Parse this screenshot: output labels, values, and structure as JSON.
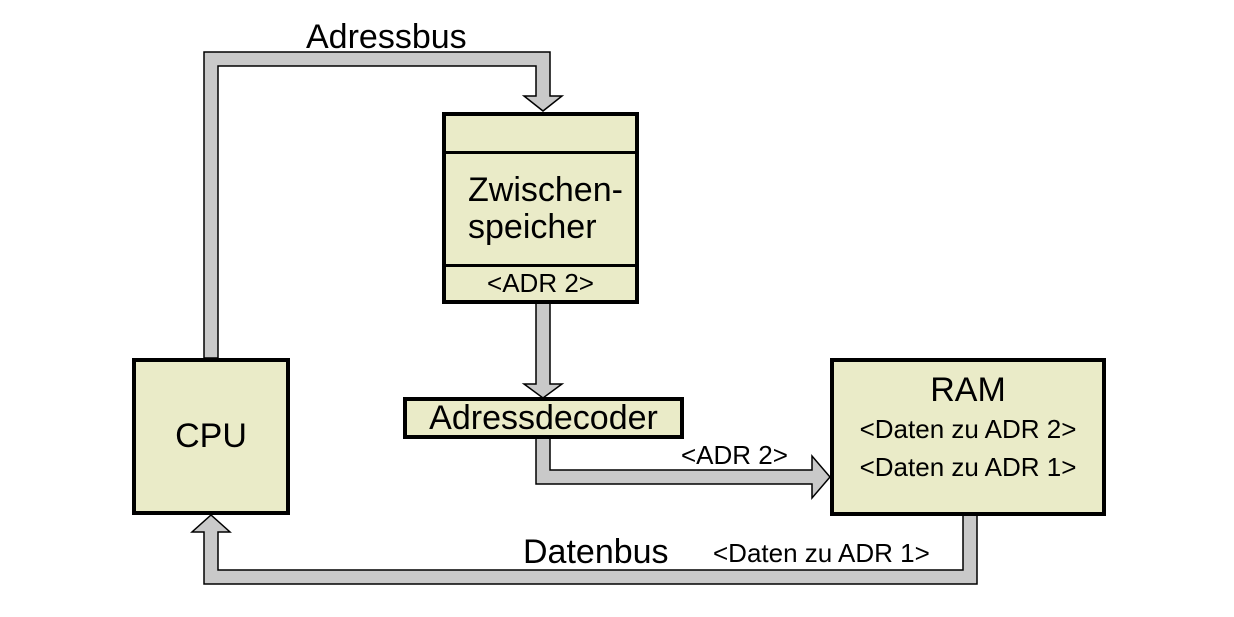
{
  "colors": {
    "background": "#FFFFFF",
    "box_fill": "#EAEBC8",
    "bus_fill": "#C9C9C9",
    "border": "#000000"
  },
  "nodes": {
    "cpu": {
      "label": "CPU"
    },
    "buffer": {
      "line1": "Zwischen-",
      "line2": "speicher",
      "tag": "<ADR 2>"
    },
    "decoder": {
      "label": "Adressdecoder"
    },
    "ram": {
      "title": "RAM",
      "line1": "<Daten zu ADR 2>",
      "line2": "<Daten zu ADR 1>"
    }
  },
  "bus_labels": {
    "adressbus": "Adressbus",
    "datenbus": "Datenbus",
    "adr2": "<ADR 2>",
    "daten_zu_adr1": "<Daten zu ADR 1>"
  }
}
